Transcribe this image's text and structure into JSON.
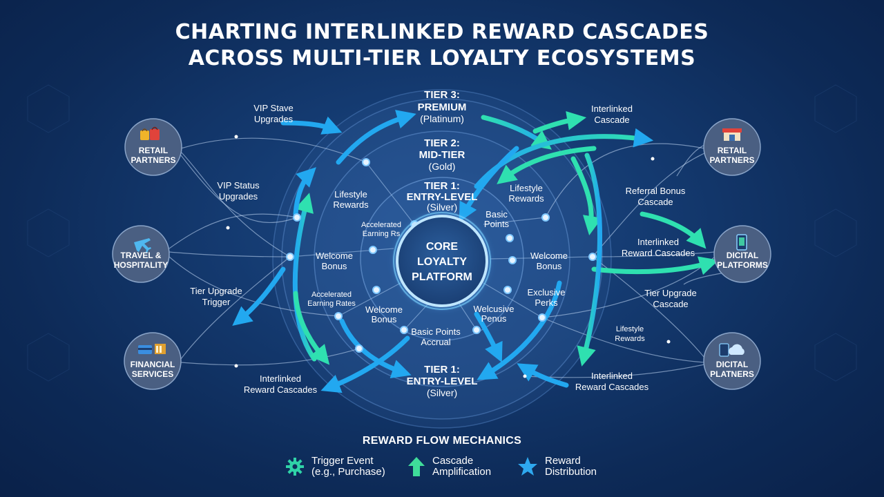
{
  "title": {
    "line1": "CHARTING INTERLINKED REWARD CASCADES",
    "line2": "ACROSS MULTI-TIER LOYALTY ECOSYSTEMS"
  },
  "core": [
    "CORE",
    "LOYALTY",
    "PLATFORM"
  ],
  "tiers": {
    "tier3": [
      "TIER 3:",
      "PREMIUM",
      "(Platinum)"
    ],
    "tier2": [
      "TIER 2:",
      "MID-TIER",
      "(Gold)"
    ],
    "tier1_inner": [
      "TIER 1:",
      "ENTRY-LEVEL",
      "(Silver)"
    ],
    "tier1_bottom": [
      "TIER 1:",
      "ENTRY-LEVEL",
      "(Silver)"
    ]
  },
  "partners": {
    "retail_left": [
      "RETAIL",
      "PARTNERS"
    ],
    "travel": [
      "TRAVEL &",
      "HOSPITALITY"
    ],
    "financial": [
      "FINANCIAL",
      "SERVICES"
    ],
    "retail_right": [
      "RETAIL",
      "PARTNERS"
    ],
    "digital_platforms": [
      "DICITAL",
      "PLATFORMS"
    ],
    "digital_platners": [
      "DICITAL",
      "PLATNERS"
    ]
  },
  "ring_labels": {
    "lifestyle_left": [
      "Lifestyle",
      "Rewards"
    ],
    "lifestyle_right": [
      "Lifestyle",
      "Rewards"
    ],
    "accelerated_top": [
      "Accelerated",
      "Earning Rs"
    ],
    "accelerated_bottom": [
      "Accelerated",
      "Earning Rates"
    ],
    "welcome_left": [
      "Welcome",
      "Bonus"
    ],
    "welcome_inner": [
      "Welcome",
      "Bonus"
    ],
    "welcome_right": [
      "Welcome",
      "Bonus"
    ],
    "basic_points": [
      "Basic",
      "Points"
    ],
    "basic_accrual": [
      "Basic Points",
      "Accrual"
    ],
    "exclusive": [
      "Exclusive",
      "Perks"
    ],
    "welcusive": [
      "Welcusive",
      "Penus"
    ]
  },
  "flow_labels": {
    "vip_stave": [
      "VIP Stave",
      "Upgrades"
    ],
    "vip_status": [
      "VIP Status",
      "Upgrades"
    ],
    "tier_upgrade_trigger": [
      "Tier Upgrade",
      "Trigger"
    ],
    "interlinked_bl": [
      "Interlinked",
      "Reward Cascades"
    ],
    "interlinked_top": [
      "Interlinked",
      "Cascade"
    ],
    "referral": [
      "Referral Bonus",
      "Cascade"
    ],
    "interlinked_right": [
      "Interlinked",
      "Reward Cascades"
    ],
    "tier_upgrade_cascade": [
      "Tier Upgrade",
      "Cascade"
    ],
    "lifestyle_far": [
      "Lifestyle",
      "Rewards"
    ],
    "interlinked_br": [
      "Interlinked",
      "Reward Cascades"
    ]
  },
  "legend": {
    "title": "REWARD FLOW MECHANICS",
    "items": [
      {
        "line1": "Trigger Event",
        "line2": "(e.g., Purchase)",
        "icon": "gear-icon",
        "color": "#2fd3a8"
      },
      {
        "line1": "Cascade",
        "line2": "Amplification",
        "icon": "up-arrow-icon",
        "color": "#3fdc9a"
      },
      {
        "line1": "Reward",
        "line2": "Distribution",
        "icon": "star-icon",
        "color": "#2ea8ef"
      }
    ]
  },
  "colors": {
    "teal": "#2fe0b0",
    "blue": "#22a8f0",
    "node_fill": "#4a5f82",
    "core_glow": "#7fd6ff"
  }
}
